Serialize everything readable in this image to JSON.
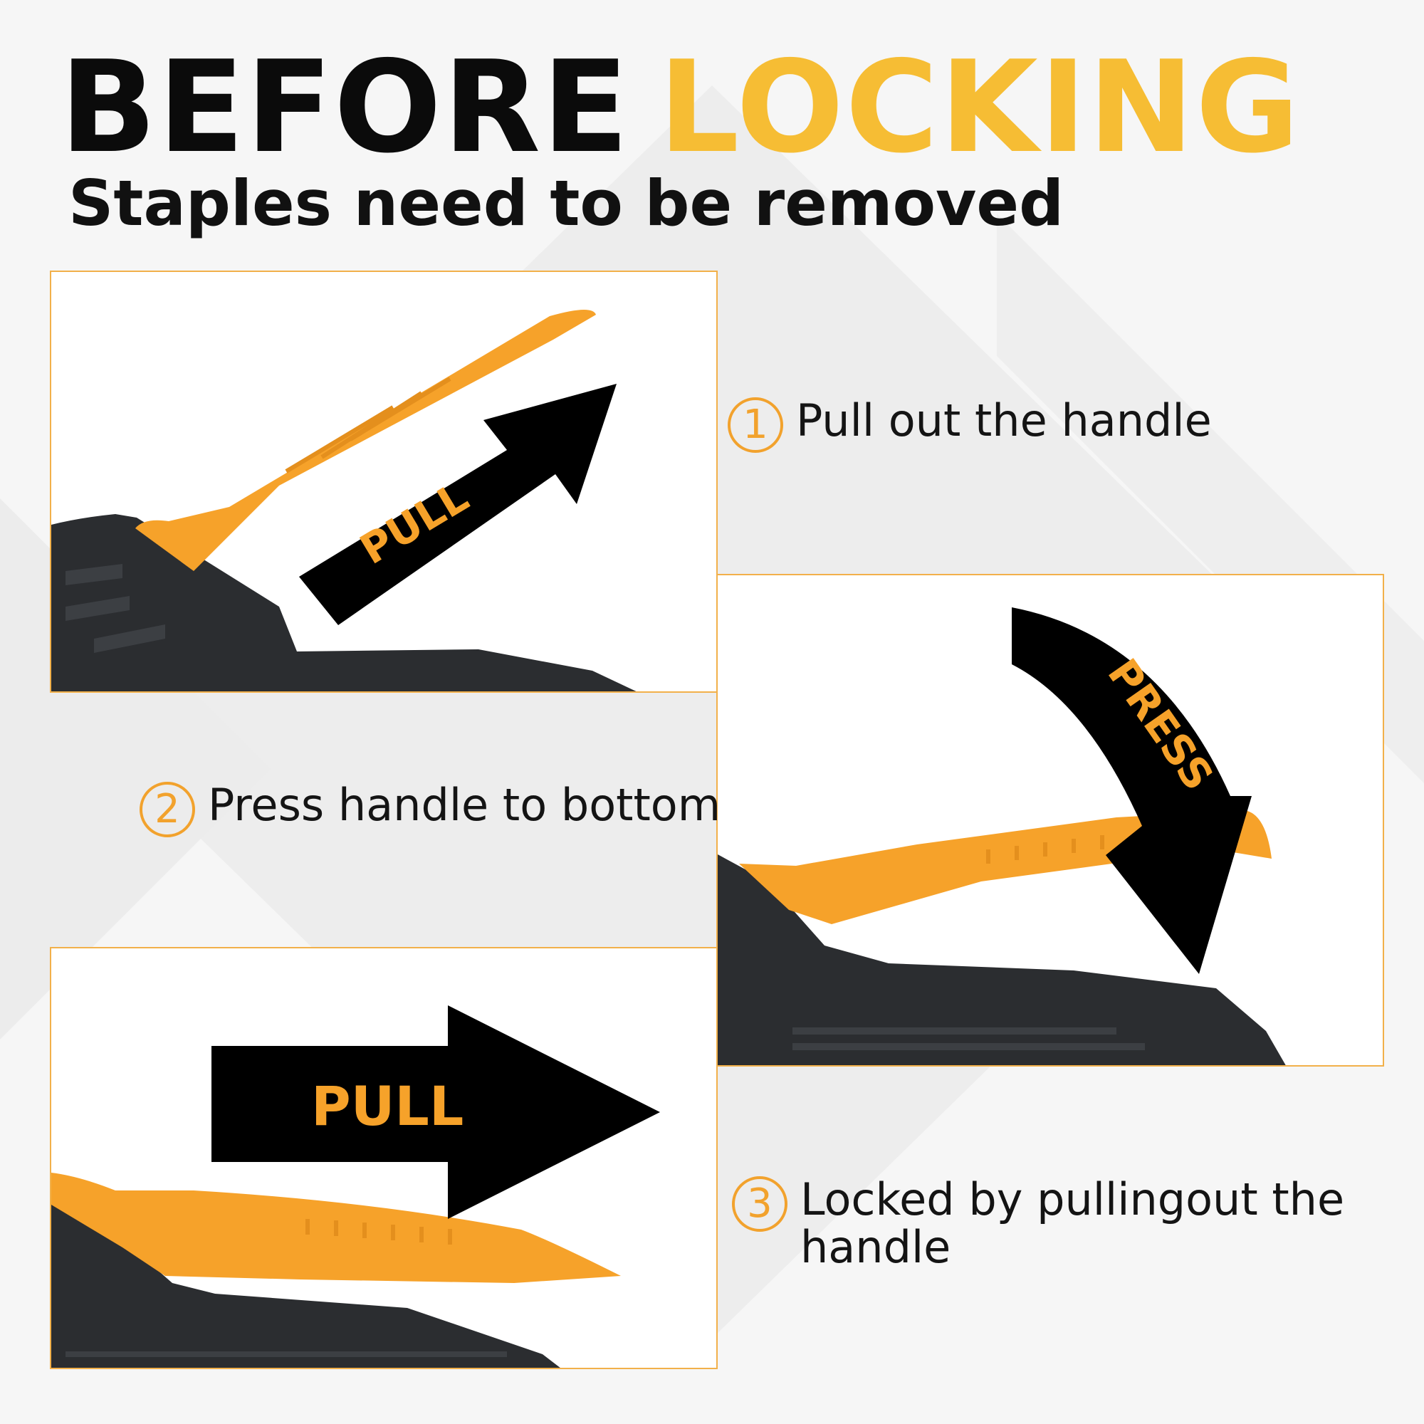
{
  "headline": {
    "word1": "BEFORE",
    "word2": "LOCKING"
  },
  "subheadline": "Staples need to be removed",
  "steps": [
    {
      "number": "1",
      "text": "Pull out the handle"
    },
    {
      "number": "2",
      "text": "Press handle to bottom"
    },
    {
      "number": "3",
      "text": "Locked by pullingout the handle"
    }
  ],
  "arrow_labels": {
    "pull_1": "PULL",
    "press": "PRESS",
    "pull_2": "PULL"
  },
  "colors": {
    "accent_yellow": "#f6bd34",
    "handle_orange": "#f6a22a",
    "border_orange": "#f2b04a",
    "stapler_body": "#2b2d30",
    "arrow_black": "#000000"
  },
  "icons": [
    "step-number-badge",
    "pull-arrow",
    "press-curved-arrow",
    "stapler-handle",
    "stapler-body"
  ]
}
